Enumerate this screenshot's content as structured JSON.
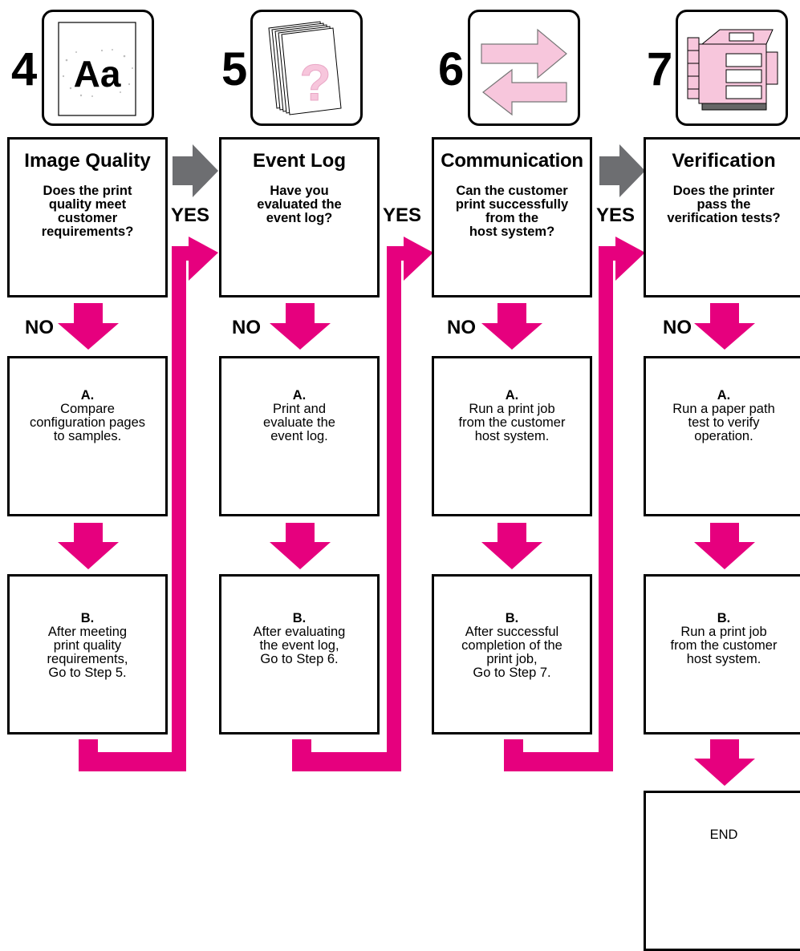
{
  "steps": [
    {
      "number": "4",
      "icon": "image-quality-icon",
      "title": "Image Quality",
      "question": [
        "Does the print",
        "quality meet",
        "customer",
        "requirements?"
      ],
      "no_label": "NO",
      "a_letter": "A.",
      "a_text": [
        "Compare",
        "configuration pages",
        "to samples."
      ],
      "b_letter": "B.",
      "b_text": [
        "After meeting",
        "print quality",
        "requirements,",
        "Go to Step 5."
      ],
      "yes_label": "YES"
    },
    {
      "number": "5",
      "icon": "event-log-icon",
      "title": "Event Log",
      "question": [
        "Have you",
        "evaluated the",
        "event log?"
      ],
      "no_label": "NO",
      "a_letter": "A.",
      "a_text": [
        "Print and",
        "evaluate the",
        "event log."
      ],
      "b_letter": "B.",
      "b_text": [
        "After evaluating",
        "the event log,",
        "Go to Step 6."
      ],
      "yes_label": "YES"
    },
    {
      "number": "6",
      "icon": "communication-arrows-icon",
      "title": "Communication",
      "question": [
        "Can the customer",
        "print successfully",
        "from the",
        "host system?"
      ],
      "no_label": "NO",
      "a_letter": "A.",
      "a_text": [
        "Run a print job",
        "from the customer",
        "host system."
      ],
      "b_letter": "B.",
      "b_text": [
        "After successful",
        "completion of the",
        "print job,",
        "Go to Step 7."
      ],
      "yes_label": "YES"
    },
    {
      "number": "7",
      "icon": "printer-icon",
      "title": "Verification",
      "question": [
        "Does the printer",
        "pass the",
        "verification tests?"
      ],
      "no_label": "NO",
      "a_letter": "A.",
      "a_text": [
        "Run a paper path",
        "test to verify",
        "operation."
      ],
      "b_letter": "B.",
      "b_text": [
        "Run a print job",
        "from the customer",
        "host system."
      ]
    }
  ],
  "end_label": "END",
  "colors": {
    "magenta": "#e6007e",
    "gray_arrow": "#6d6e71",
    "pink_light": "#f7c6dc"
  }
}
